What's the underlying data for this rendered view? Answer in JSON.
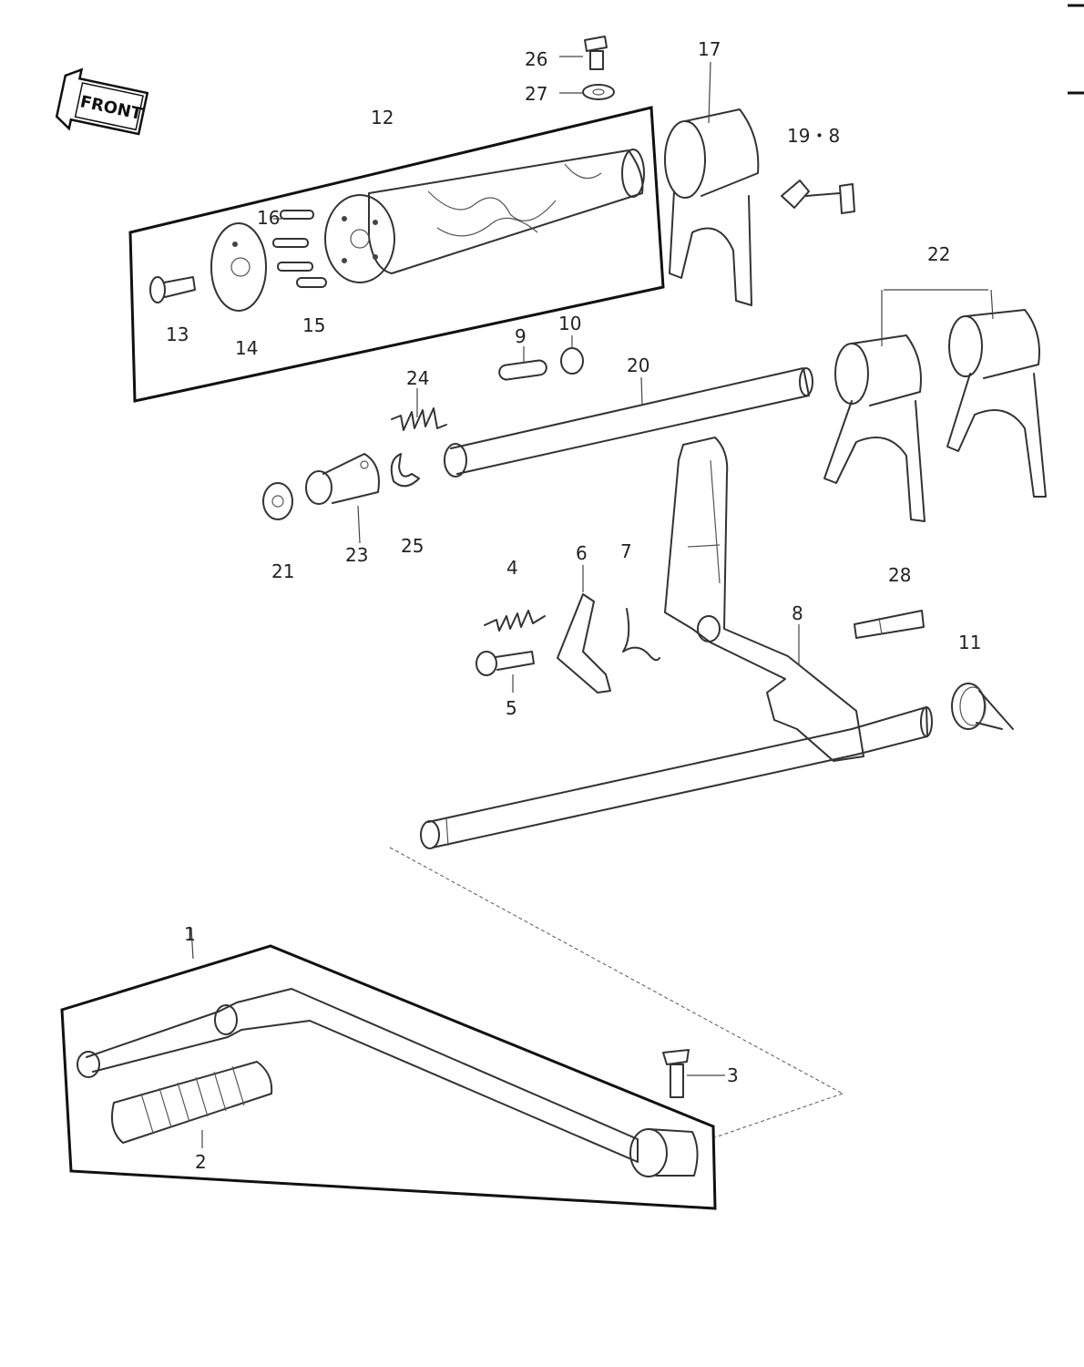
{
  "front_badge": "FRONT",
  "callouts": {
    "c1": "1",
    "c2": "2",
    "c3": "3",
    "c4": "4",
    "c5": "5",
    "c6": "6",
    "c7": "7",
    "c8": "8",
    "c9": "9",
    "c10": "10",
    "c11": "11",
    "c12": "12",
    "c13": "13",
    "c14": "14",
    "c15": "15",
    "c16": "16",
    "c17": "17",
    "c19_8": "19・8",
    "c20": "20",
    "c21": "21",
    "c22": "22",
    "c23": "23",
    "c24": "24",
    "c25": "25",
    "c26": "26",
    "c27": "27",
    "c28": "28"
  }
}
